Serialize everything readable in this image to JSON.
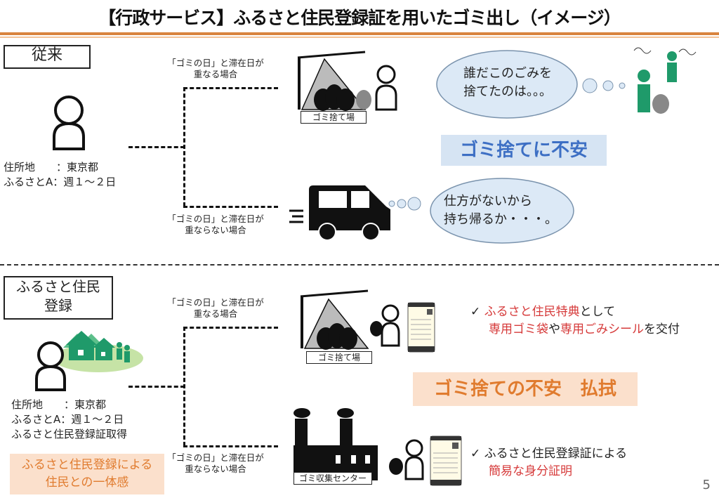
{
  "title": "【行政サービス】ふるさと住民登録証を用いたゴミ出し（イメージ）",
  "page_number": "5",
  "colors": {
    "accent_orange": "#d9843f",
    "blue_banner_bg": "#d6e4f3",
    "blue_banner_text": "#3d6fc4",
    "orange_banner_bg": "#fbe0cc",
    "orange_banner_text": "#e07b2e",
    "green": "#1f9a6a",
    "red": "#d63a3a",
    "cloud": "#dce9f6"
  },
  "conventional": {
    "label": "従来",
    "info_line1": "住所地　　：東京都",
    "info_line2": "ふるさとA：週１～２日",
    "cond_overlap": "「ゴミの日」と滞在日が\n重なる場合",
    "cond_no_overlap": "「ゴミの日」と滞在日が\n重ならない場合",
    "dump_label": "ゴミ捨て場",
    "thought1": "誰だこのごみを\n捨てたのは。。。",
    "thought2": "仕方がないから\n持ち帰るか・・・。",
    "banner": "ゴミ捨てに不安"
  },
  "furusato": {
    "label": "ふるさと住民\n登録",
    "info_line1": "住所地　　：東京都",
    "info_line2": "ふるさとA：週１～２日",
    "info_line3": "ふるさと住民登録証取得",
    "cond_overlap": "「ゴミの日」と滞在日が\n重なる場合",
    "cond_no_overlap": "「ゴミの日」と滞在日が\n重ならない場合",
    "dump_label": "ゴミ捨て場",
    "center_label": "ゴミ収集センター",
    "benefit1": {
      "check": "✓",
      "red1": "ふるさと住民特典",
      "text1": "として",
      "red2": "専用ゴミ袋",
      "text2": "や",
      "red3": "専用ごみシール",
      "text3": "を交付"
    },
    "benefit2": {
      "check": "✓",
      "text1": "ふるさと住民登録証による",
      "red1": "簡易な身分証明"
    },
    "banner": "ゴミ捨ての不安　払拭",
    "unity": "ふるさと住民登録による\n住民との一体感"
  }
}
